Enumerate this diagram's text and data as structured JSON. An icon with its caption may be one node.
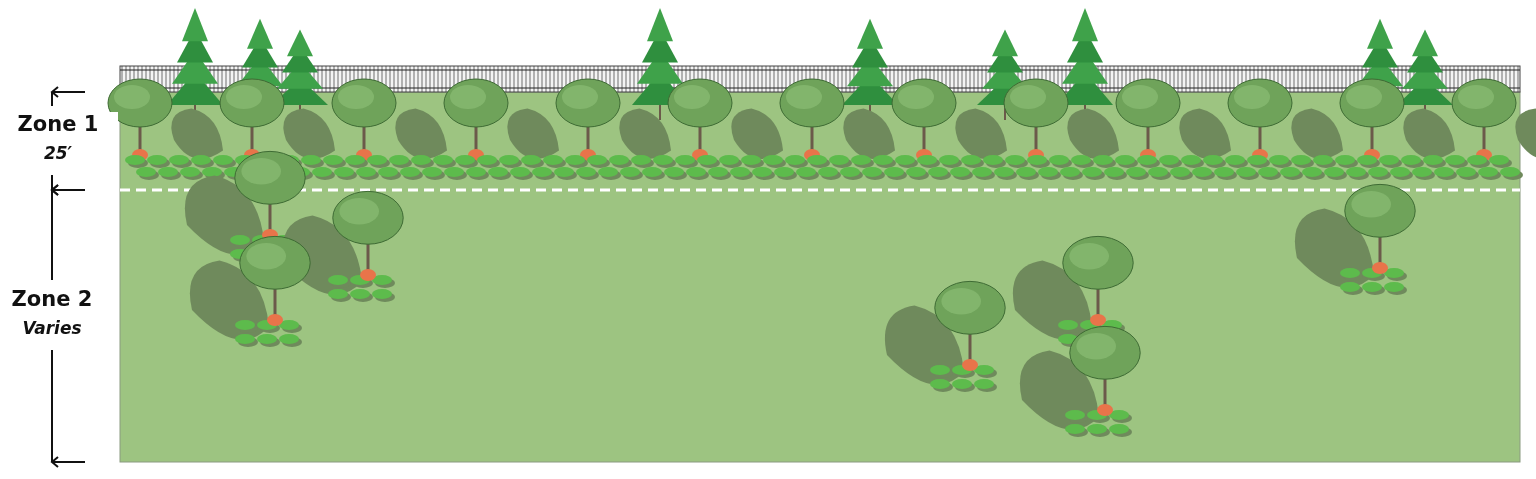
{
  "diagram": {
    "labels": [
      "Zone **1**",
      "25′",
      "Zone **2**",
      "Varies"
    ]
  }
}
